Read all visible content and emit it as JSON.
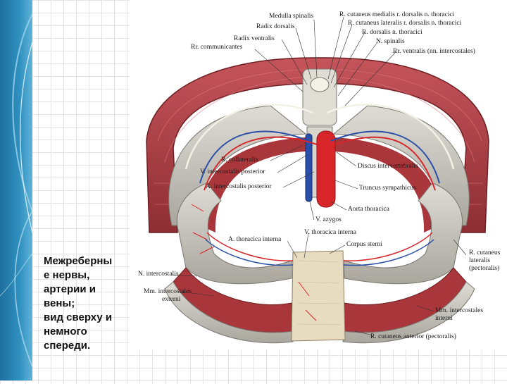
{
  "caption": {
    "lines": [
      "Межреберны",
      "е нервы,",
      "артерии и",
      "вены;",
      "вид сверху и",
      "немного",
      "спереди."
    ]
  },
  "labels": {
    "medulla_spinalis": "Medulla spinalis",
    "radix_dorsalis": "Radix dorsalis",
    "radix_ventralis": "Radix ventralis",
    "rr_communicantes": "Rr. communicantes",
    "r_cut_medialis": "R. cutaneus medialis r. dorsalis n. thoracici",
    "r_cut_lateralis": "R. cutaneus lateralis r. dorsalis n. thoracici",
    "r_dorsalis": "R. dorsalis n. thoracici",
    "n_spinalis": "N. spinalis",
    "rr_ventralis": "Rr. ventralis (nn. intercostales)",
    "r_collateralis": "R. collateralis",
    "v_intercostalis_post": "V. intercostalis posterior",
    "a_intercostalis_post": "A. intercostalis posterior",
    "discus": "Discus intervertebralis",
    "truncus": "Truncus sympathicus",
    "aorta": "Aorta thoracica",
    "v_azygos": "V. azygos",
    "a_thoracica_int": "A. thoracica interna",
    "v_thoracica_int": "V. thoracica interna",
    "corpus_sterni": "Corpus sterni",
    "n_intercostalis": "N. intercostalis",
    "mm_ext_1": "Mm. intercostales",
    "mm_ext_2": "externi",
    "r_cut_lat_pect_1": "R. cutaneus",
    "r_cut_lat_pect_2": "lateralis",
    "r_cut_lat_pect_3": "(pectoralis)",
    "mm_int_1": "Mm. intercostales",
    "mm_int_2": "interni",
    "r_cut_ant": "R. cutaneus anterior (pectoralis)"
  },
  "colors": {
    "muscle": "#b8474a",
    "muscle_dark": "#8a2a2e",
    "bone": "#c9c7c0",
    "artery": "#d8262b",
    "vein": "#2a4fa8",
    "nerve": "#f2efe4",
    "sidebar": "#2f86b5"
  }
}
